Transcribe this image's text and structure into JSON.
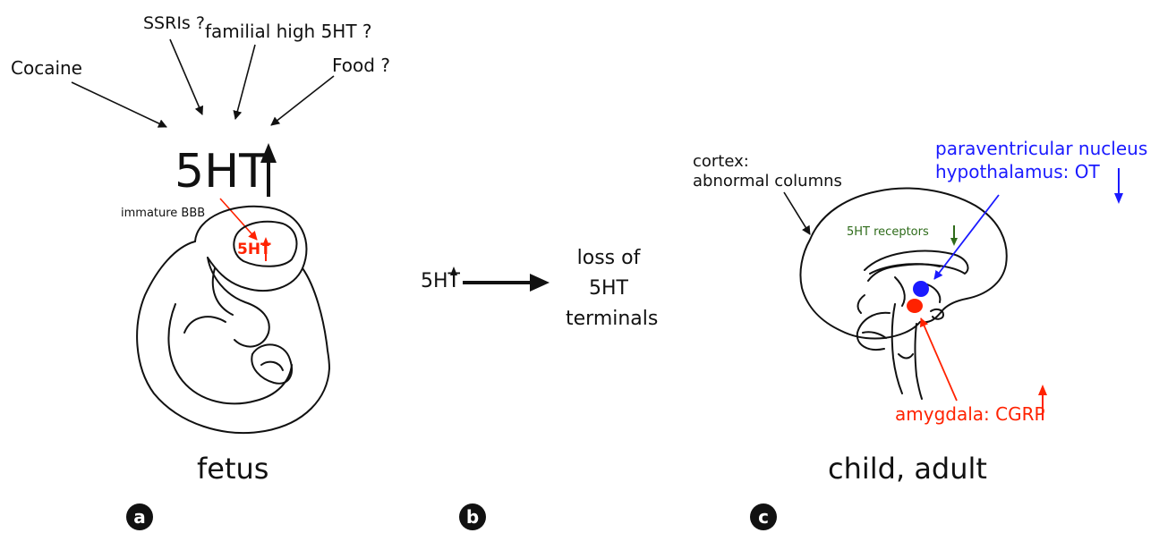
{
  "panel_a": {
    "sources": {
      "cocaine": "Cocaine",
      "ssris": "SSRIs ?",
      "familial": "familial high 5HT ?",
      "food": "Food ?"
    },
    "main_label": "5HT",
    "bbb_label": "immature BBB",
    "fetal_label": "5HT",
    "caption": "fetus",
    "letter": "a"
  },
  "panel_b": {
    "left_label": "5HT",
    "result_lines": [
      "loss of",
      "5HT",
      "terminals"
    ],
    "letter": "b"
  },
  "panel_c": {
    "cortex_lines": [
      "cortex:",
      "abnormal columns"
    ],
    "pvn_lines": [
      "paraventricular nucleus",
      "hypothalamus: OT"
    ],
    "receptor_label": "5HT receptors",
    "amygdala_label": "amygdala: CGRP",
    "caption": "child, adult",
    "letter": "c"
  },
  "colors": {
    "red": "#ff2200",
    "blue": "#1a1aff",
    "green": "#2e6b1a",
    "black": "#111111"
  }
}
